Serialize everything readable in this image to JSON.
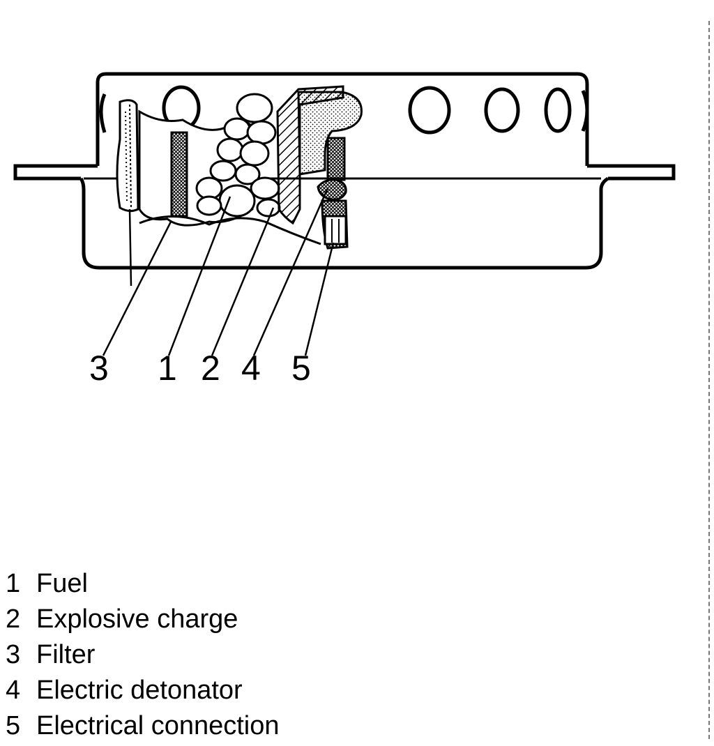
{
  "callouts": [
    {
      "id": "3",
      "text": "3"
    },
    {
      "id": "1",
      "text": "1"
    },
    {
      "id": "2",
      "text": "2"
    },
    {
      "id": "4",
      "text": "4"
    },
    {
      "id": "5",
      "text": "5"
    }
  ],
  "legend": [
    {
      "num": "1",
      "label": "Fuel"
    },
    {
      "num": "2",
      "label": "Explosive charge"
    },
    {
      "num": "3",
      "label": "Filter"
    },
    {
      "num": "4",
      "label": "Electric detonator"
    },
    {
      "num": "5",
      "label": "Electrical connection"
    }
  ]
}
